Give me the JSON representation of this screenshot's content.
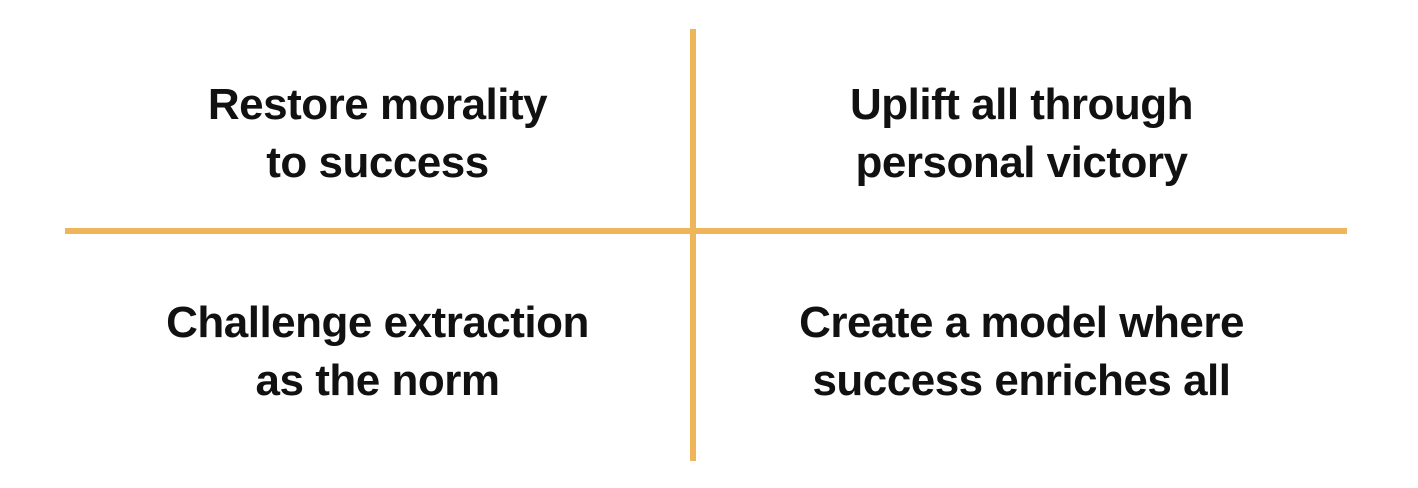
{
  "colors": {
    "divider": "#EFB55A",
    "text": "#111111",
    "background": "#FFFFFF"
  },
  "quadrants": {
    "top_left": {
      "lines": [
        "Restore morality",
        "to success"
      ]
    },
    "top_right": {
      "lines": [
        "Uplift all through",
        "personal victory"
      ]
    },
    "bottom_left": {
      "lines": [
        "Challenge extraction",
        "as the norm"
      ]
    },
    "bottom_right": {
      "lines": [
        "Create a model where",
        "success enriches all"
      ]
    }
  }
}
